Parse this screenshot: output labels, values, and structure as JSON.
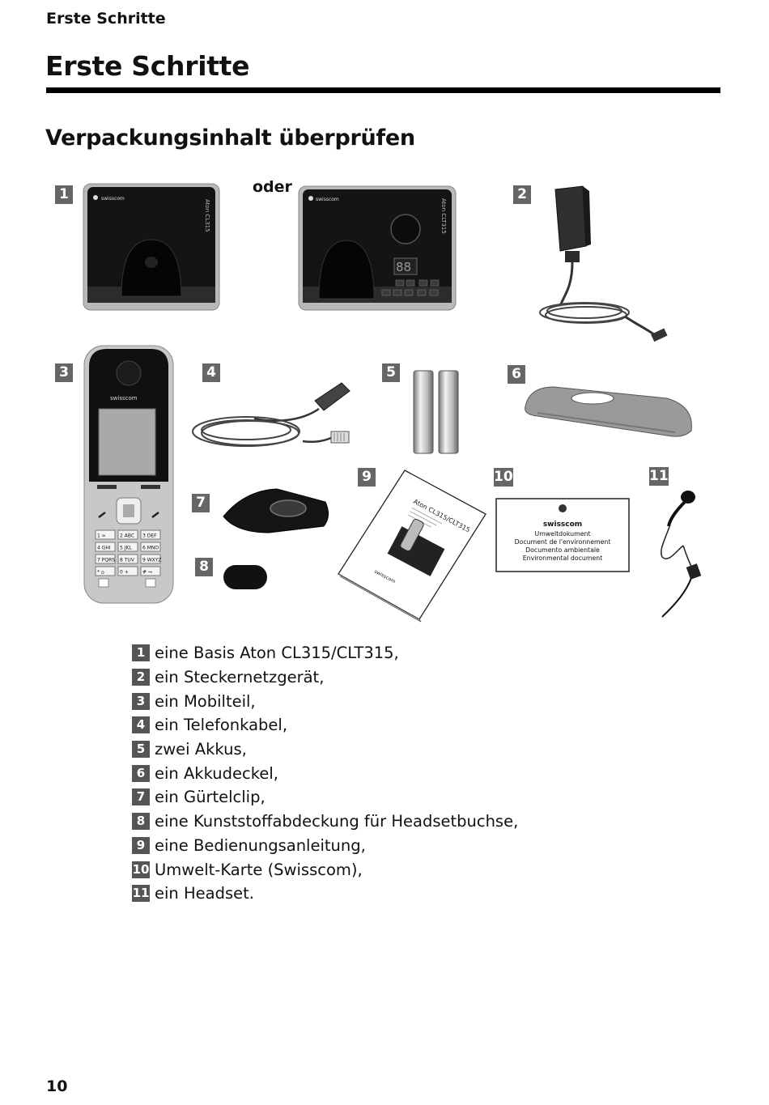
{
  "header": {
    "running_title": "Erste Schritte"
  },
  "page_title": "Erste Schritte",
  "section_title": "Verpackungsinhalt überprüfen",
  "illustration": {
    "or_label": "oder",
    "base_brand": "swisscom",
    "base1_model": "Aton CL315",
    "base2_model": "Aton CLT315",
    "display_digits": "88",
    "handset_brand": "swisscom",
    "manual_title": "Aton CL315/CLT315",
    "manual_brand": "swisscom",
    "card_brand": "swisscom",
    "card_lines": [
      "Umweltdokument",
      "Document de l'environnement",
      "Documento ambientale",
      "Environmental document"
    ],
    "keypad": [
      [
        "1 ∞",
        "2 ABC",
        "3 DEF"
      ],
      [
        "4 GHI",
        "5 JKL",
        "6 MNO"
      ],
      [
        "7 PQRS",
        "8 TUV",
        "9 WXYZ"
      ],
      [
        "* ⌂",
        "0 +",
        "# ⊸"
      ]
    ]
  },
  "markers": [
    "1",
    "2",
    "3",
    "4",
    "5",
    "6",
    "7",
    "8",
    "9",
    "10",
    "11"
  ],
  "items": [
    {
      "num": "1",
      "text": "eine Basis Aton CL315/CLT315,"
    },
    {
      "num": "2",
      "text": "ein Steckernetzgerät,"
    },
    {
      "num": "3",
      "text": "ein Mobilteil,"
    },
    {
      "num": "4",
      "text": "ein Telefonkabel,"
    },
    {
      "num": "5",
      "text": "zwei Akkus,"
    },
    {
      "num": "6",
      "text": "ein Akkudeckel,"
    },
    {
      "num": "7",
      "text": "ein Gürtelclip,"
    },
    {
      "num": "8",
      "text": "eine Kunststoffabdeckung für Headsetbuchse,"
    },
    {
      "num": "9",
      "text": "eine Bedienungsanleitung,"
    },
    {
      "num": "10",
      "text": "Umwelt-Karte (Swisscom),"
    },
    {
      "num": "11",
      "text": "ein Headset."
    }
  ],
  "page_number": "10"
}
